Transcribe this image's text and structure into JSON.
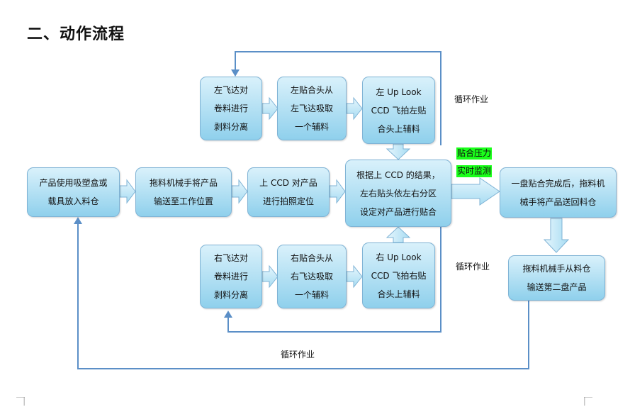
{
  "title": "二、动作流程",
  "boxes": {
    "l1": [
      "左飞达对",
      "卷料进行",
      "剥料分离"
    ],
    "l2": [
      "左贴合头从",
      "左飞达吸取",
      "一个辅料"
    ],
    "l3": [
      "左 Up Look",
      "CCD 飞拍左贴",
      "合头上辅料"
    ],
    "m1": [
      "产品使用吸塑盒或",
      "载具放入料仓"
    ],
    "m2": [
      "拖料机械手将产品",
      "输送至工作位置"
    ],
    "m3": [
      "上 CCD 对产品",
      "进行拍照定位"
    ],
    "m4": [
      "根据上 CCD 的结果，",
      "左右贴头依左右分区",
      "设定对产品进行贴合"
    ],
    "m5": [
      "一盘贴合完成后，拖料机",
      "械手将产品送回料仓"
    ],
    "r1": [
      "右飞达对",
      "卷料进行",
      "剥料分离"
    ],
    "r2": [
      "右贴合头从",
      "右飞达吸取",
      "一个辅料"
    ],
    "r3": [
      "右 Up Look",
      "CCD 飞拍右贴",
      "合头上辅料"
    ],
    "b6": [
      "拖料机械手从料仓",
      "输送第二盘产品"
    ]
  },
  "labels": {
    "loop_top": "循环作业",
    "loop_mid": "循环作业",
    "loop_bottom": "循环作业",
    "pressure": "贴合压力",
    "monitor": "实时监测"
  },
  "colors": {
    "box_top": "#d9f1fb",
    "box_bottom": "#8fd0ec",
    "line": "#5b8fc7",
    "highlight": "#1aff1a"
  }
}
